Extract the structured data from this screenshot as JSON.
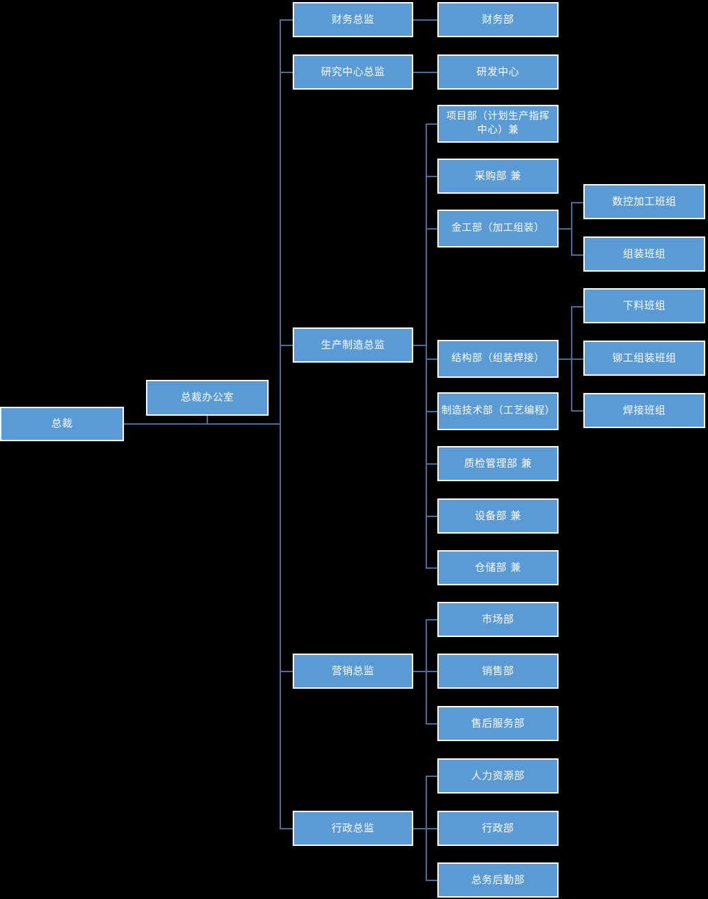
{
  "chart_meta": {
    "type": "org-chart",
    "title": "",
    "box_fill": "#5b9bd5",
    "box_border": "#ffffff",
    "connector_color": "#41719c",
    "background": "#000000",
    "text_color": "#ffffff"
  },
  "nodes": {
    "president": "总裁",
    "president_office": "总裁办公室",
    "finance_director": "财务总监",
    "finance_dept": "财务部",
    "research_director": "研究中心总监",
    "rd_center": "研发中心",
    "production_director": "生产制造总监",
    "project_dept": "项目部（计划生产指挥中心）兼",
    "purchasing_dept": "采购部 兼",
    "machining_dept": "金工部（加工组装）",
    "cnc_team": "数控加工班组",
    "assembly_team": "组装班组",
    "structure_dept": "结构部（组装焊接）",
    "cutting_team": "下料班组",
    "riveting_team": "铆工组装班组",
    "welding_team": "焊接班组",
    "mfg_tech_dept": "制造技术部（工艺编程）",
    "quality_dept": "质检管理部 兼",
    "equipment_dept": "设备部 兼",
    "warehouse_dept": "仓储部 兼",
    "marketing_director": "营销总监",
    "market_dept": "市场部",
    "sales_dept": "销售部",
    "aftersales_dept": "售后服务部",
    "admin_director": "行政总监",
    "hr_dept": "人力资源部",
    "administration_dept": "行政部",
    "general_affairs_dept": "总务后勤部"
  }
}
